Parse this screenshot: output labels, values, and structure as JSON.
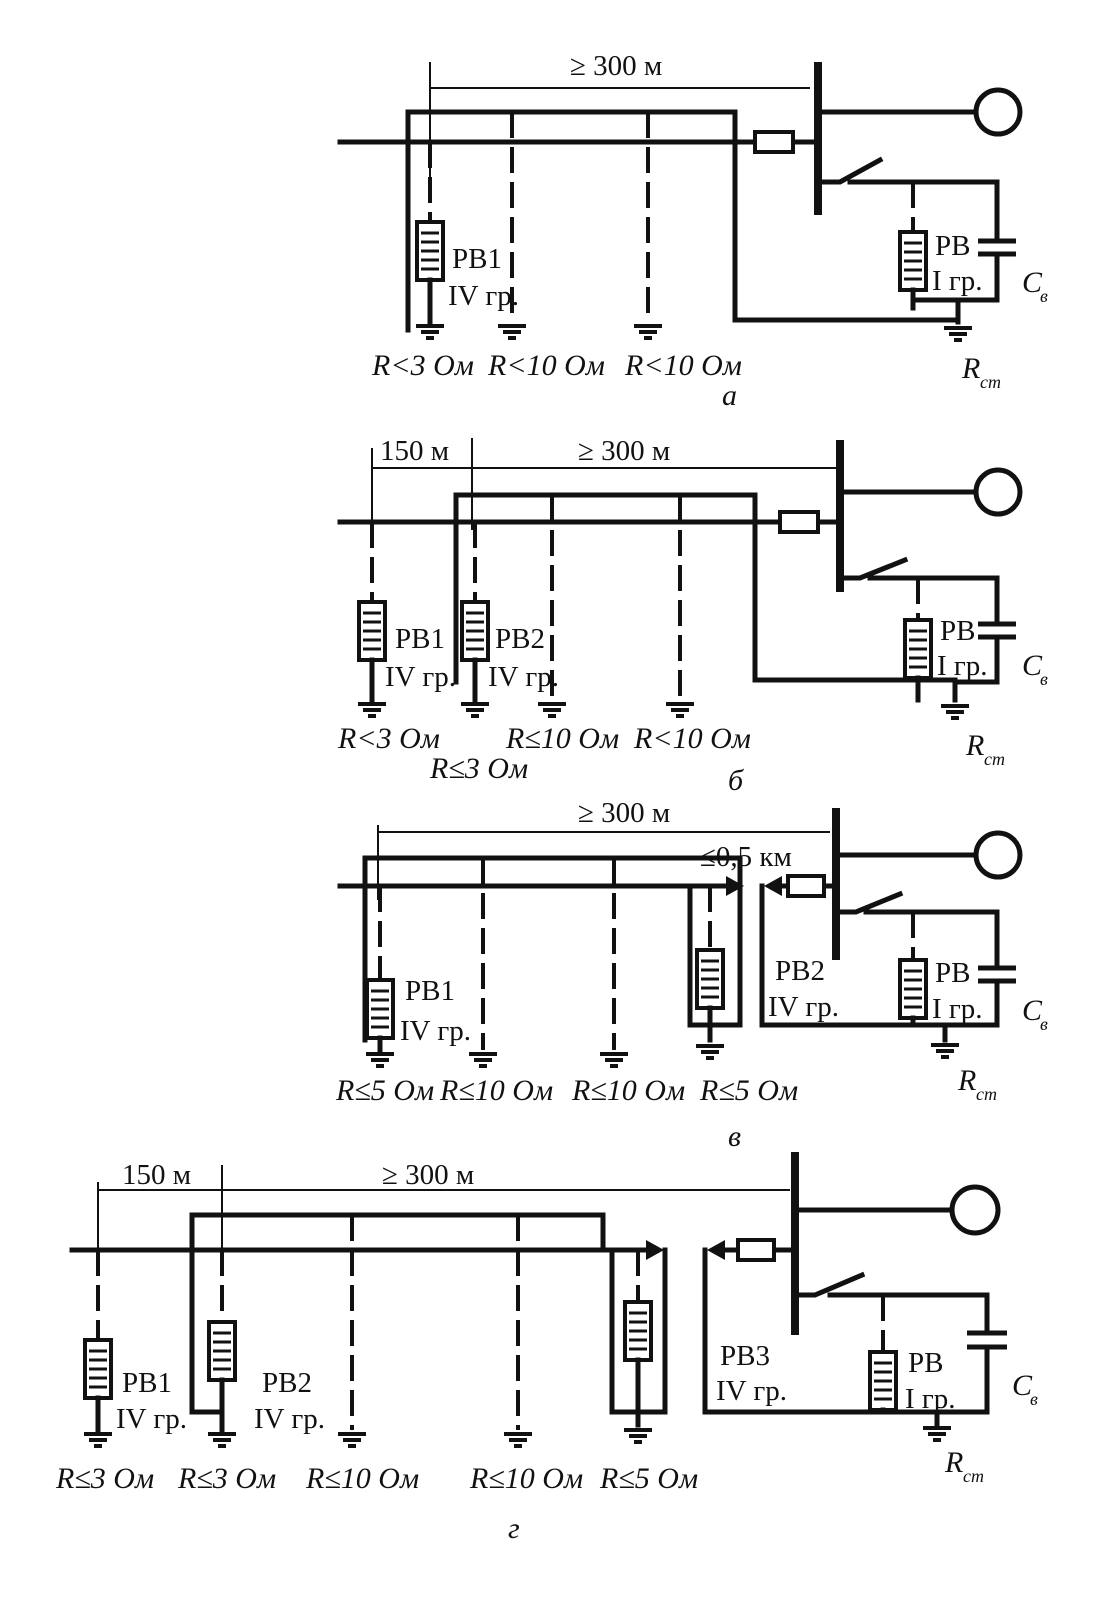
{
  "diagram_a": {
    "letter": "a",
    "dist_main": "≥ 300 м",
    "arrester1": {
      "name": "РВ1",
      "group": "IV гр."
    },
    "arrester_sub": {
      "name": "РВ",
      "group": "I гр."
    },
    "resistances": [
      "R<3 Ом",
      "R<10 Ом",
      "R<10 Ом"
    ],
    "cap": "C",
    "cap_sub": "в",
    "rst": "R",
    "rst_sub": "ст"
  },
  "diagram_b": {
    "letter": "б",
    "dist_short": "150 м",
    "dist_main": "≥ 300 м",
    "arrester1": {
      "name": "РВ1",
      "group": "IV гр."
    },
    "arrester2": {
      "name": "РВ2",
      "group": "IV гр."
    },
    "arrester_sub": {
      "name": "РВ",
      "group": "I гр."
    },
    "resistances": [
      "R<3 Ом",
      "R≤3 Ом",
      "R≤10 Ом",
      "R<10 Ом"
    ],
    "cap": "C",
    "cap_sub": "в",
    "rst": "R",
    "rst_sub": "ст"
  },
  "diagram_v": {
    "letter": "в",
    "dist_main": "≥ 300 м",
    "dist_cable": "≤0,5 км",
    "arrester1": {
      "name": "РВ1",
      "group": "IV гр."
    },
    "arrester2": {
      "name": "РВ2",
      "group": "IV гр."
    },
    "arrester_sub": {
      "name": "РВ",
      "group": "I гр."
    },
    "resistances": [
      "R≤5 Ом",
      "R≤10 Ом",
      "R≤10 Ом",
      "R≤5 Ом"
    ],
    "cap": "C",
    "cap_sub": "в",
    "rst": "R",
    "rst_sub": "ст"
  },
  "diagram_g": {
    "letter": "г",
    "dist_short": "150 м",
    "dist_main": "≥ 300 м",
    "arrester1": {
      "name": "РВ1",
      "group": "IV гр."
    },
    "arrester2": {
      "name": "РВ2",
      "group": "IV гр."
    },
    "arrester3": {
      "name": "РВ3",
      "group": "IV гр."
    },
    "arrester_sub": {
      "name": "РВ",
      "group": "I гр."
    },
    "resistances": [
      "R≤3 Ом",
      "R≤3 Ом",
      "R≤10 Ом",
      "R≤10 Ом",
      "R≤5 Ом"
    ],
    "cap": "C",
    "cap_sub": "в",
    "rst": "R",
    "rst_sub": "ст"
  }
}
